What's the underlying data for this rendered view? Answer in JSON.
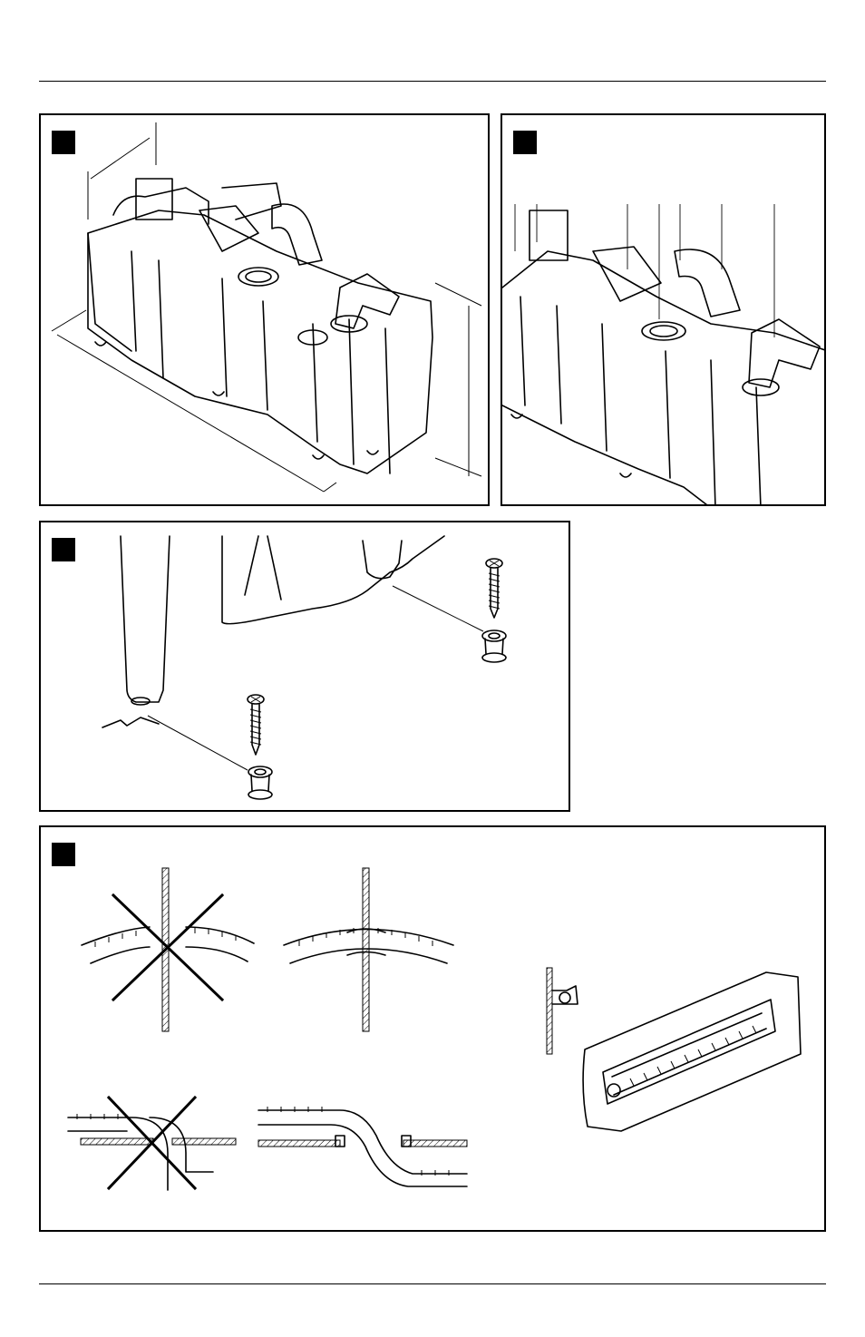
{
  "page": {
    "figures": [
      {
        "id": "fig-a",
        "markers": 1
      },
      {
        "id": "fig-b",
        "markers": 1
      },
      {
        "id": "fig-c",
        "markers": 1
      },
      {
        "id": "fig-d",
        "markers": 1
      }
    ]
  },
  "colors": {
    "ink": "#000000",
    "paper": "#ffffff",
    "leader-line": "#555555"
  },
  "icons": {
    "figure-marker": "black-square-icon",
    "prohibited": "cross-out-icon",
    "fastener": "screw-icon",
    "spacer": "grommet-icon"
  }
}
